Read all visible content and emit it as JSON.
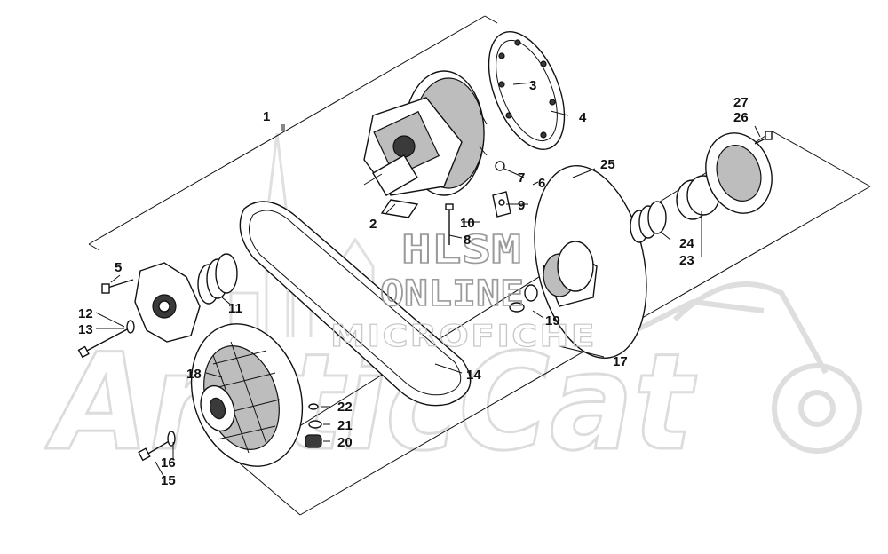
{
  "watermark": {
    "line1": "HLSM",
    "line2": "ONLINE",
    "line3": "MICROFICHE",
    "logo": "ArcticCat"
  },
  "callouts": [
    "1",
    "2",
    "3",
    "4",
    "5",
    "6",
    "7",
    "8",
    "9",
    "10",
    "11",
    "12",
    "13",
    "14",
    "15",
    "16",
    "17",
    "18",
    "19",
    "20",
    "21",
    "22",
    "23",
    "24",
    "25",
    "26",
    "27"
  ],
  "colors": {
    "ink": "#111111",
    "watermark": "#9a9a9a",
    "logo": "#dcdcdc",
    "background": "#ffffff"
  }
}
